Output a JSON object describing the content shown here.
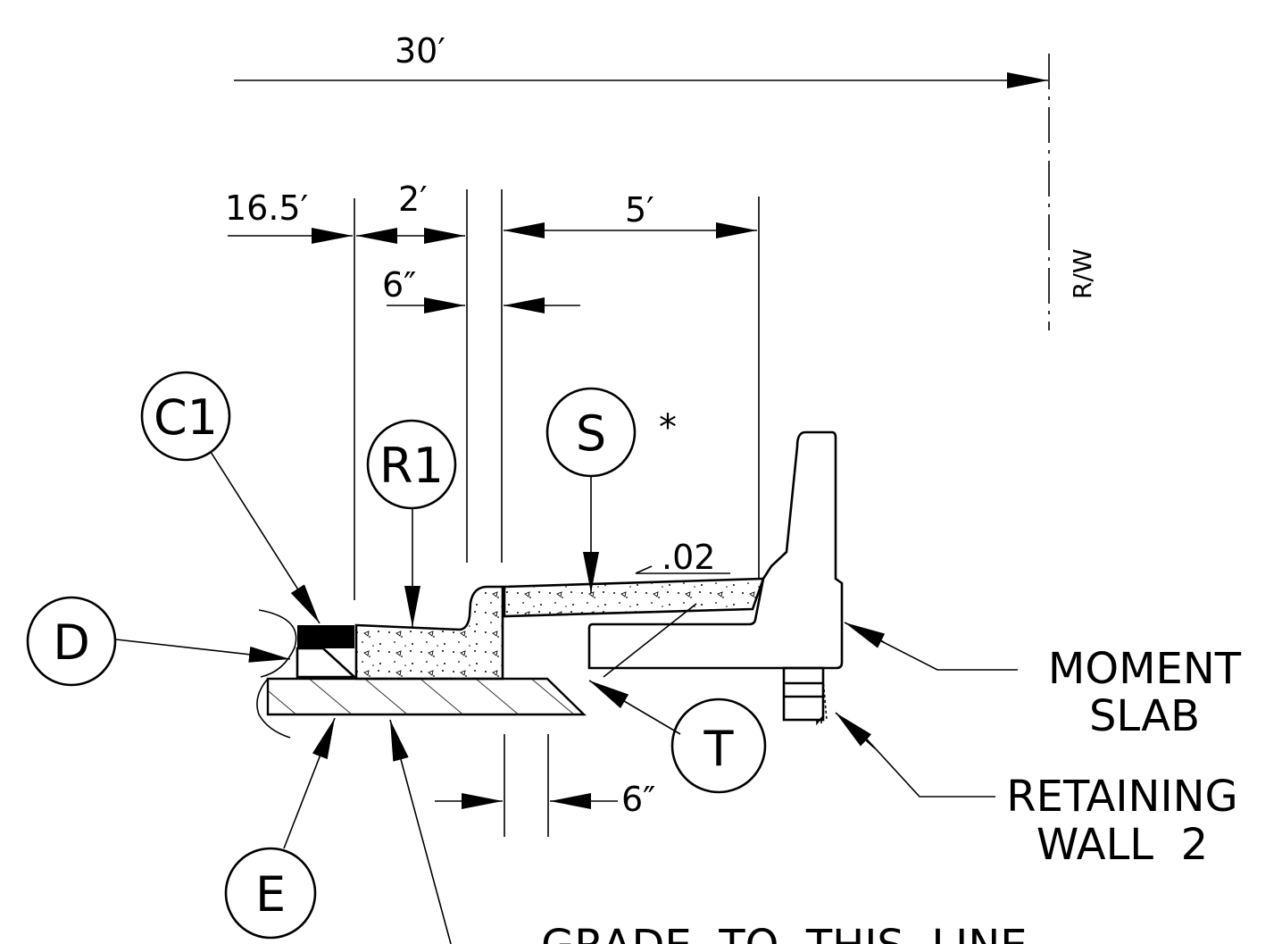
{
  "dimensions": {
    "overall": "30′",
    "offset": "16.5′",
    "gutter": "2′",
    "sidewalk": "5′",
    "curb_top": "6″",
    "gap_bottom": "6″",
    "slope": ".02",
    "row": "R/W"
  },
  "callouts": {
    "c1": "C1",
    "r1": "R1",
    "s": "S",
    "s_note": "*",
    "d": "D",
    "t": "T",
    "e": "E"
  },
  "labels": {
    "moment_slab": [
      "MOMENT",
      "SLAB"
    ],
    "retaining_wall": [
      "RETAINING",
      "WALL  2"
    ],
    "grade_line": "GRADE  TO  THIS  LINE"
  }
}
